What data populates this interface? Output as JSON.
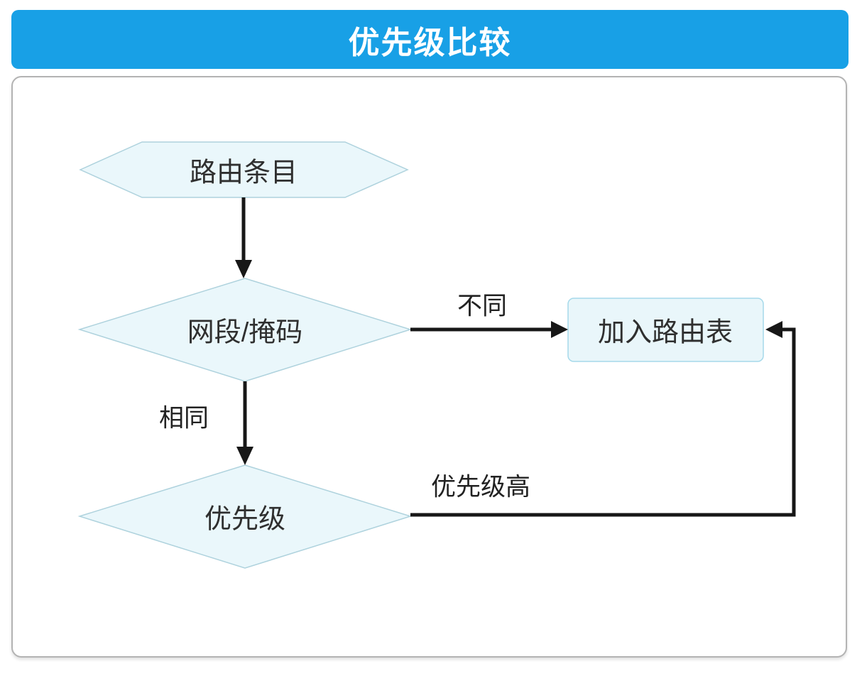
{
  "header": {
    "title": "优先级比较"
  },
  "diagram": {
    "nodes": [
      {
        "id": "route-entry",
        "shape": "hexagon",
        "label": "路由条目"
      },
      {
        "id": "netmask-check",
        "shape": "diamond",
        "label": "网段/掩码"
      },
      {
        "id": "add-route-table",
        "shape": "rect",
        "label": "加入路由表"
      },
      {
        "id": "priority-check",
        "shape": "diamond",
        "label": "优先级"
      }
    ],
    "edges": [
      {
        "from": "route-entry",
        "to": "netmask-check",
        "label": ""
      },
      {
        "from": "netmask-check",
        "to": "add-route-table",
        "label": "不同"
      },
      {
        "from": "netmask-check",
        "to": "priority-check",
        "label": "相同"
      },
      {
        "from": "priority-check",
        "to": "add-route-table",
        "label": "优先级高"
      }
    ],
    "colors": {
      "header_background": "#18a0e6",
      "header_text": "#ffffff",
      "shape_fill": "#eaf7fb",
      "shape_border": "#aed2dd",
      "flow_line": "#171717",
      "node_text": "#2f2f2f",
      "panel_border": "#b3b3b3",
      "page_background": "#ffffff"
    }
  }
}
